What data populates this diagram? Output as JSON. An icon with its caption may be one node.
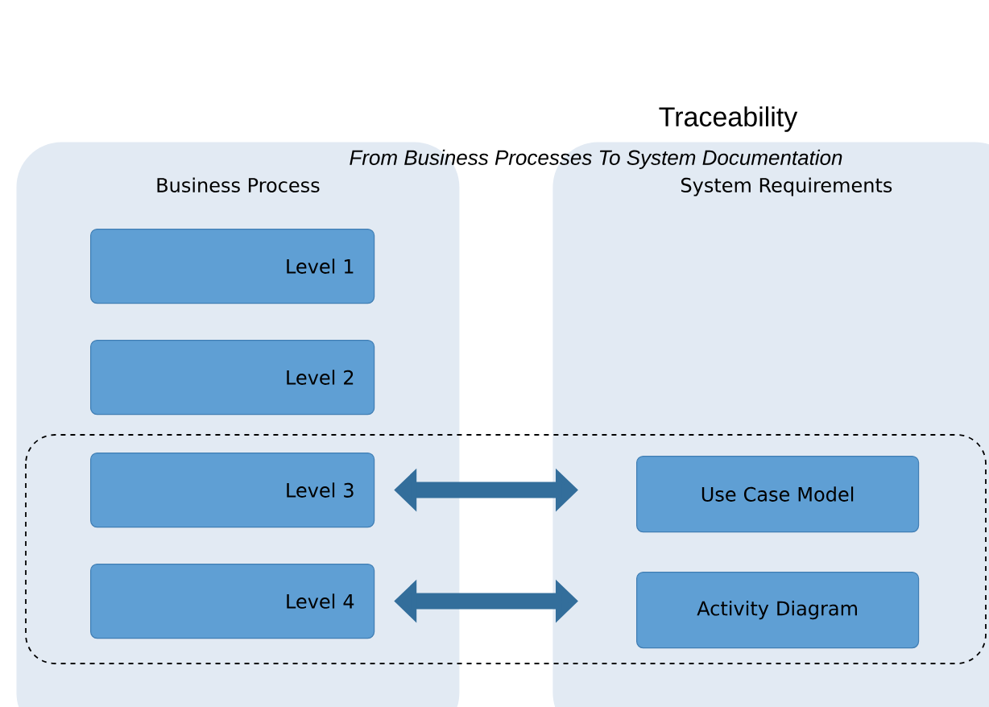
{
  "diagram": {
    "title": "Traceability",
    "nodes": [
      {
        "text": [
          "Business Process"
        ]
      },
      {
        "text": [
          "Level 1"
        ],
        "in": 0
      },
      {
        "text": [
          "Level 2"
        ],
        "in": 0
      },
      {
        "text": [
          "Level 3"
        ],
        "in": 0
      },
      {
        "text": [
          "Level 4"
        ],
        "in": 0
      },
      {
        "text": [
          "System Requirements"
        ]
      },
      {
        "text": [
          "Use Case Model"
        ],
        "in": 5
      },
      {
        "text": [
          "Activity Diagram"
        ],
        "in": 5
      }
    ],
    "edges": [
      {
        "from": 3,
        "to": 6,
        "arrow": "both"
      },
      {
        "from": 4,
        "to": 7,
        "arrow": "both"
      }
    ],
    "labels": [
      "From Business Processes To System Documentation"
    ]
  }
}
